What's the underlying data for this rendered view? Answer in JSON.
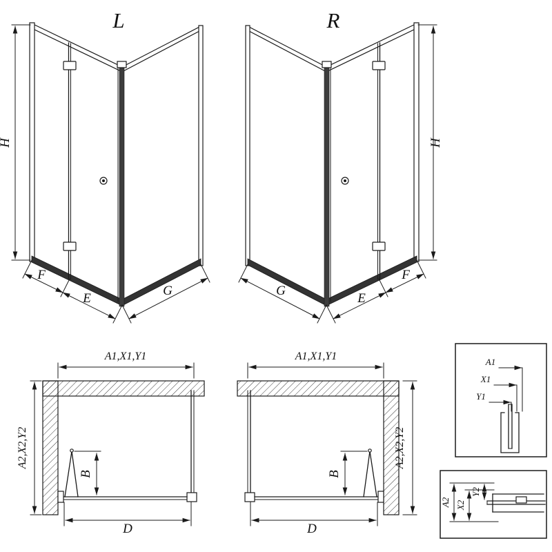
{
  "page": {
    "background": "#ffffff",
    "line_color": "#1a1a1a"
  },
  "perspective_views": {
    "left": {
      "variant": "L",
      "height_dim": "H",
      "bottom_dims": {
        "fixed": "F",
        "door": "E",
        "side": "G"
      }
    },
    "right": {
      "variant": "R",
      "height_dim": "H",
      "bottom_dims": {
        "fixed": "F",
        "door": "E",
        "side": "G"
      }
    }
  },
  "plan_views": {
    "left": {
      "width_dim": "A1,X1,Y1",
      "depth_dim": "A2,X2,Y2",
      "fold_depth_dim": "B",
      "opening_dim": "D"
    },
    "right": {
      "width_dim": "A1,X1,Y1",
      "depth_dim": "A2,X2,Y2",
      "fold_depth_dim": "B",
      "opening_dim": "D"
    }
  },
  "detail_views": {
    "width_profile": {
      "dims": [
        "A1",
        "X1",
        "Y1"
      ]
    },
    "depth_profile": {
      "dims": [
        "A2",
        "X2",
        "Y2"
      ]
    }
  }
}
